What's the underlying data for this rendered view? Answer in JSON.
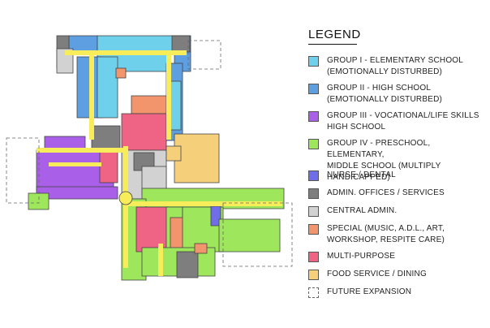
{
  "legend": {
    "title": "LEGEND",
    "items": [
      {
        "key": "group1",
        "label": "GROUP I - ELEMENTARY SCHOOL",
        "label2": "(EMOTIONALLY DISTURBED)",
        "color": "#6fd0ec",
        "icon": "swatch"
      },
      {
        "key": "group2",
        "label": "GROUP II - HIGH SCHOOL",
        "label2": "(EMOTIONALLY DISTURBED)",
        "color": "#5d9fe0",
        "icon": "swatch"
      },
      {
        "key": "group3",
        "label": "GROUP III - VOCATIONAL/LIFE SKILLS",
        "label2": "HIGH SCHOOL",
        "color": "#a95fe8",
        "icon": "swatch"
      },
      {
        "key": "group4",
        "label": "GROUP IV - PRESCHOOL, ELEMENTARY,",
        "label2": "MIDDLE SCHOOL (MULTIPLY HANDICAPPED)",
        "color": "#9ee65c",
        "icon": "swatch"
      },
      {
        "key": "nurse",
        "label": "NURSE / DENTAL",
        "label2": "",
        "color": "#6f6ee8",
        "icon": "swatch"
      },
      {
        "key": "admin",
        "label": "ADMIN. OFFICES / SERVICES",
        "label2": "",
        "color": "#7e7e7e",
        "icon": "swatch"
      },
      {
        "key": "central",
        "label": "CENTRAL ADMIN.",
        "label2": "",
        "color": "#d2d2d2",
        "icon": "swatch"
      },
      {
        "key": "special",
        "label": "SPECIAL (MUSIC, A.D.L., ART,",
        "label2": "WORKSHOP, RESPITE CARE)",
        "color": "#f2946c",
        "icon": "swatch"
      },
      {
        "key": "multi",
        "label": "MULTI-PURPOSE",
        "label2": "",
        "color": "#ef6384",
        "icon": "swatch"
      },
      {
        "key": "food",
        "label": "FOOD SERVICE / DINING",
        "label2": "",
        "color": "#f5cf7a",
        "icon": "swatch"
      },
      {
        "key": "future",
        "label": "FUTURE EXPANSION",
        "label2": "",
        "color": "#ffffff",
        "icon": "dashed-swatch"
      }
    ]
  },
  "plan": {
    "corridor_color": "#f7ec59"
  }
}
